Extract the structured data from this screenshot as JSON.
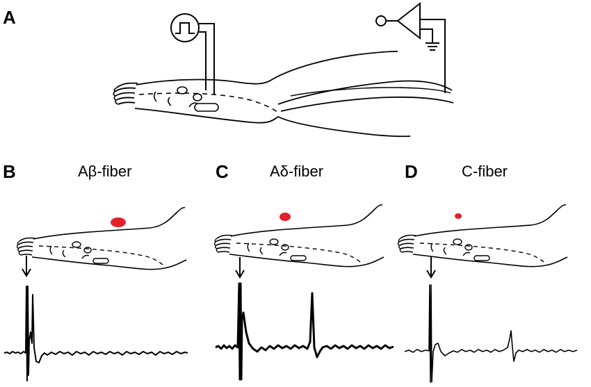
{
  "panels": {
    "A": {
      "letter": "A"
    },
    "B": {
      "letter": "B",
      "title": "Aβ-fiber"
    },
    "C": {
      "letter": "C",
      "title": "Aδ-fiber"
    },
    "D": {
      "letter": "D",
      "title": "C-fiber"
    }
  },
  "colors": {
    "stroke": "#000000",
    "receptive_field": "#e3202a",
    "background": "#ffffff"
  },
  "icons": {
    "stimulator": "square-pulse-stimulator-icon",
    "amplifier": "amplifier-triangle-icon",
    "ground": "ground-symbol-icon",
    "stimulus_marker": "down-arrow-icon"
  }
}
